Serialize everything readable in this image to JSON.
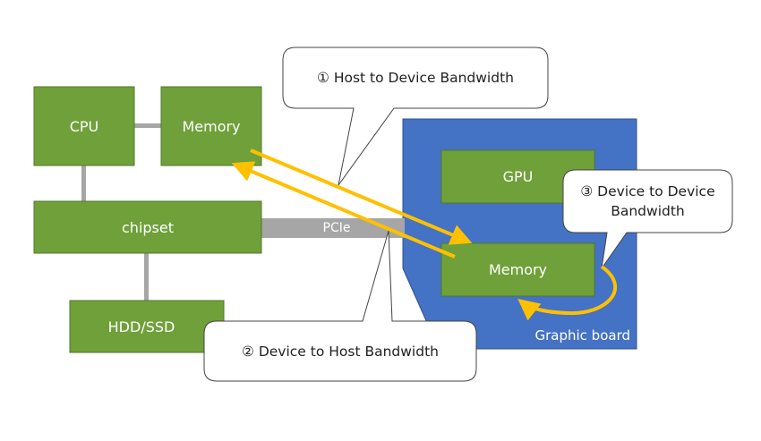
{
  "components": {
    "cpu": "CPU",
    "host_memory": "Memory",
    "chipset": "chipset",
    "storage": "HDD/SSD",
    "gpu": "GPU",
    "device_memory": "Memory",
    "bus": "PCIe",
    "board": "Graphic board"
  },
  "callouts": {
    "host_to_device": "① Host to Device Bandwidth",
    "device_to_host": "② Device to Host Bandwidth",
    "device_to_device": "③ Device to Device\nBandwidth"
  },
  "colors": {
    "component_fill": "#70A03A",
    "component_stroke": "#4E7A28",
    "board_fill": "#4472C4",
    "bus": "#A6A6A6",
    "arrow": "#FFC000",
    "callout_stroke": "#444444"
  }
}
